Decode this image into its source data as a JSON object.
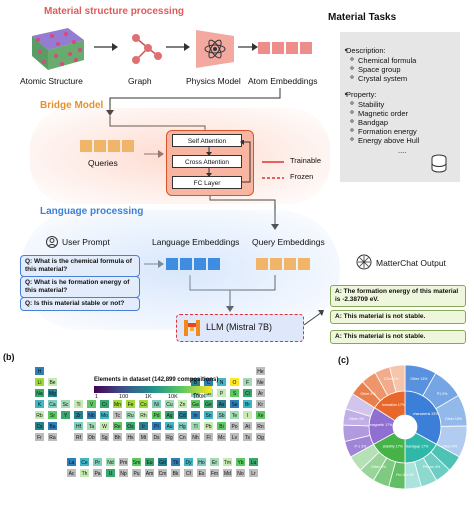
{
  "headings": {
    "material_structure": "Material structure processing",
    "bridge": "Bridge Model",
    "language": "Language processing",
    "tasks": "Material Tasks",
    "panel_b": "(b)",
    "panel_c": "(c)"
  },
  "pipeline": {
    "atomic": "Atomic Structure",
    "graph": "Graph",
    "physics": "Physics Model",
    "embeddings": "Atom Embeddings"
  },
  "bridge": {
    "queries": "Queries",
    "self_attention": "Self Attention",
    "cross_attention": "Cross Attention",
    "fc": "FC Layer",
    "trainable": "Trainable",
    "frozen": "Frozen"
  },
  "tasks": {
    "description": "Description:",
    "desc_items": [
      "Chemical formula",
      "Space group",
      "Crystal system"
    ],
    "property": "Property:",
    "prop_items": [
      "Stability",
      "Magnetic order",
      "Bandgap",
      "Formation energy",
      "Energy above Hull"
    ],
    "ellipsis": "...."
  },
  "language": {
    "user_prompt": "User Prompt",
    "lang_emb": "Language Embeddings",
    "query_emb": "Query Embeddings",
    "output": "MatterChat Output",
    "questions": [
      "Q: What is the chemical formula of this material?",
      "Q: What is he formation energy of this material?",
      "Q: Is this material stable or not?"
    ],
    "answers": [
      "A: The formation energy of this material is -2.38709 eV.",
      "A: This material is not stable.",
      "A: This material is not stable."
    ],
    "llm": "LLM (Mistral 7B)"
  },
  "periodic": {
    "legend_title": "Elements in dataset (142,899 compositions)",
    "ticks": [
      "1",
      "100",
      "1K",
      "10K",
      "100K"
    ],
    "main_rows": [
      [
        "H",
        "",
        "",
        "",
        "",
        "",
        "",
        "",
        "",
        "",
        "",
        "",
        "",
        "",
        "",
        "",
        "",
        "He"
      ],
      [
        "Li",
        "Be",
        "",
        "",
        "",
        "",
        "",
        "",
        "",
        "",
        "",
        "",
        "B",
        "C",
        "N",
        "O",
        "F",
        "Ne"
      ],
      [
        "Na",
        "Mg",
        "",
        "",
        "",
        "",
        "",
        "",
        "",
        "",
        "",
        "",
        "Al",
        "Si",
        "P",
        "S",
        "Cl",
        "Ar"
      ],
      [
        "K",
        "Ca",
        "Sc",
        "Ti",
        "V",
        "Cr",
        "Mn",
        "Fe",
        "Co",
        "Ni",
        "Cu",
        "Zn",
        "Ga",
        "Ge",
        "As",
        "Se",
        "Br",
        "Kr"
      ],
      [
        "Rb",
        "Sr",
        "Y",
        "Zr",
        "Nb",
        "Mo",
        "Tc",
        "Ru",
        "Rh",
        "Pd",
        "Ag",
        "Cd",
        "In",
        "Sn",
        "Sb",
        "Te",
        "I",
        "Xe"
      ],
      [
        "Cs",
        "Ba",
        "",
        "Hf",
        "Ta",
        "W",
        "Re",
        "Os",
        "Ir",
        "Pt",
        "Au",
        "Hg",
        "Tl",
        "Pb",
        "Bi",
        "Po",
        "At",
        "Rn"
      ],
      [
        "Fr",
        "Ra",
        "",
        "Rf",
        "Db",
        "Sg",
        "Bh",
        "Hs",
        "Mt",
        "Ds",
        "Rg",
        "Cn",
        "Nh",
        "Fl",
        "Mc",
        "Lv",
        "Ts",
        "Og"
      ]
    ],
    "lan_row": [
      "La",
      "Ce",
      "Pr",
      "Nd",
      "Pm",
      "Sm",
      "Eu",
      "Gd",
      "Tb",
      "Dy",
      "Ho",
      "Er",
      "Tm",
      "Yb",
      "Lu"
    ],
    "act_row": [
      "Ac",
      "Th",
      "Pa",
      "U",
      "Np",
      "Pu",
      "Am",
      "Cm",
      "Bk",
      "Cf",
      "Es",
      "Fm",
      "Md",
      "No",
      "Lr"
    ]
  },
  "sunburst": {
    "inner": [
      {
        "label": "characteris 33%",
        "color": "#3b7fd9"
      },
      {
        "label": "bandgap 17%",
        "color": "#2fb8a8"
      },
      {
        "label": "stability 17%",
        "color": "#46b349"
      },
      {
        "label": "magnetic 17%",
        "color": "#8f6fd0"
      },
      {
        "label": "formation 17%",
        "color": "#e8682c"
      }
    ],
    "outer_labels": [
      "Other 13%",
      "P1 2%",
      "Other 15%",
      "Other 9%",
      "Prismo 4%",
      "Fm-3m 3%",
      "Other 8%",
      "P-1 3%",
      "Other 4%",
      "Other 2%",
      "C2/m 2%"
    ]
  }
}
